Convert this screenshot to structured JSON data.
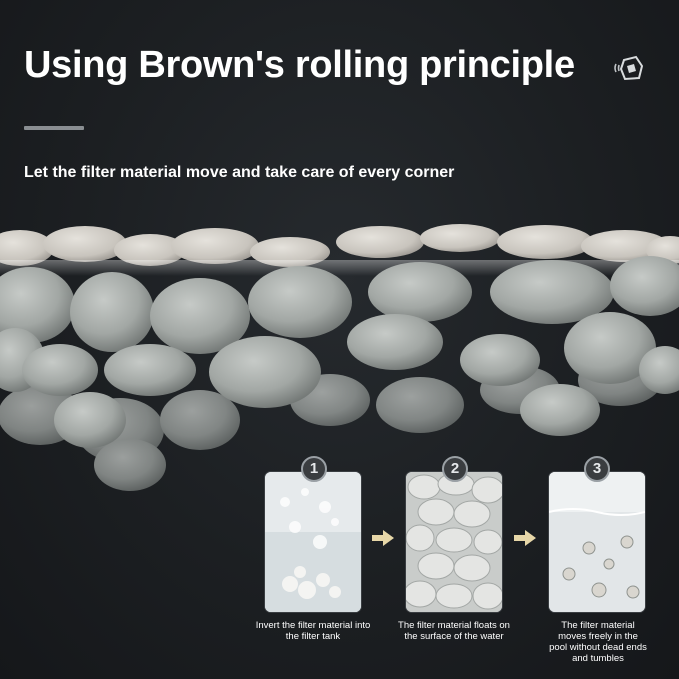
{
  "header": {
    "title": "Using Brown's rolling principle",
    "subtitle": "Let the filter material move and take care of every corner"
  },
  "colors": {
    "background": "#1c1f22",
    "stone": "#9ea3a1",
    "stone_light": "#c9ccc9",
    "arrow": "#e7d7a8"
  },
  "steps": [
    {
      "number": "1",
      "caption": "Invert the filter material into the filter tank"
    },
    {
      "number": "2",
      "caption": "The filter material floats on the surface of the water"
    },
    {
      "number": "3",
      "caption": "The filter material moves freely in the pool without dead ends and tumbles"
    }
  ]
}
